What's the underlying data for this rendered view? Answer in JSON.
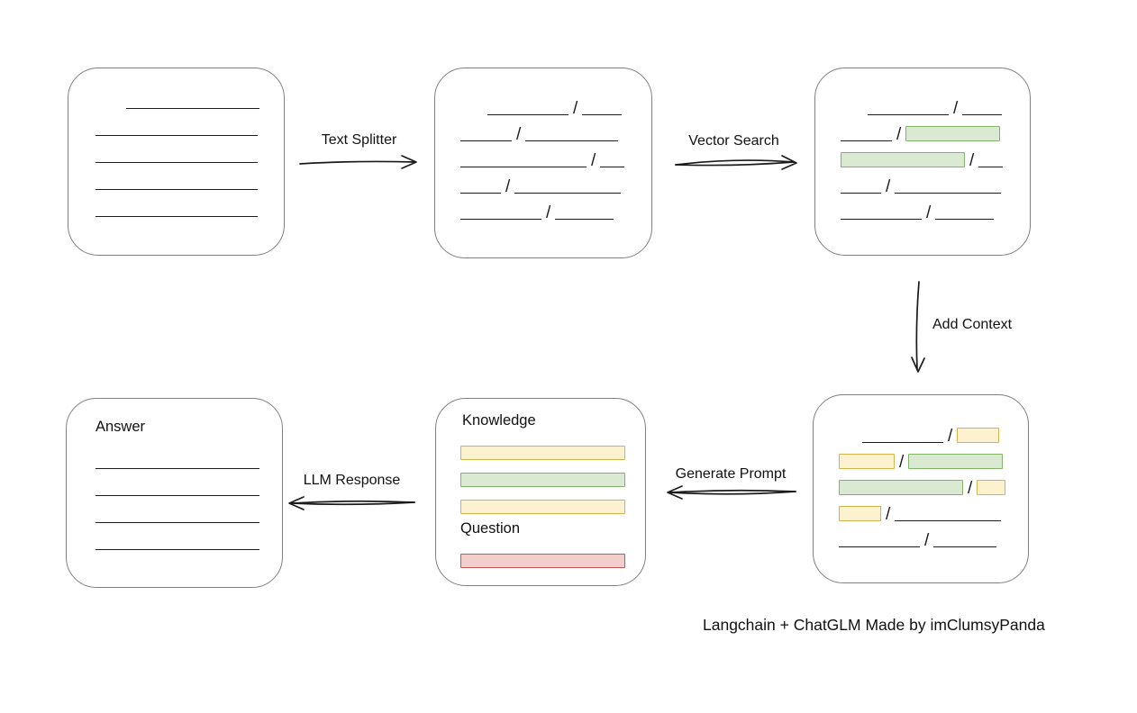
{
  "footer": {
    "text": "Langchain + ChatGLM Made by imClumsyPanda"
  },
  "slash": "/",
  "arrows": {
    "text_splitter": "Text Splitter",
    "vector_search": "Vector Search",
    "add_context": "Add Context",
    "generate_prompt": "Generate Prompt",
    "llm_response": "LLM Response"
  },
  "colors": {
    "box_border": "#7f7f7f",
    "line": "#1b1b1b",
    "green_fill": "#d9e9d2",
    "green_border": "#82b366",
    "yellow_fill": "#fcf2d0",
    "yellow_border": "#d6b24e",
    "red_fill": "#f4cecb",
    "red_border": "#bb5a56"
  },
  "boxes": {
    "document": {
      "rows": [
        [
          {
            "t": "line",
            "w": 148,
            "ind": 34
          }
        ],
        [
          {
            "t": "line",
            "w": 180
          }
        ],
        [
          {
            "t": "line",
            "w": 180
          }
        ],
        [
          {
            "t": "line",
            "w": 180
          }
        ],
        [
          {
            "t": "line",
            "w": 180
          }
        ]
      ]
    },
    "split": {
      "rows": [
        [
          {
            "t": "line",
            "w": 90,
            "ind": 30
          },
          {
            "t": "line",
            "w": 44
          }
        ],
        [
          {
            "t": "line",
            "w": 57
          },
          {
            "t": "line",
            "w": 103
          }
        ],
        [
          {
            "t": "line",
            "w": 140
          },
          {
            "t": "line",
            "w": 27
          }
        ],
        [
          {
            "t": "line",
            "w": 45
          },
          {
            "t": "line",
            "w": 118
          }
        ],
        [
          {
            "t": "line",
            "w": 90
          },
          {
            "t": "line",
            "w": 65
          }
        ]
      ]
    },
    "vector": {
      "rows": [
        [
          {
            "t": "line",
            "w": 90,
            "ind": 30
          },
          {
            "t": "line",
            "w": 44
          }
        ],
        [
          {
            "t": "line",
            "w": 57
          },
          {
            "t": "green",
            "w": 105
          }
        ],
        [
          {
            "t": "green",
            "w": 138
          },
          {
            "t": "line",
            "w": 27
          }
        ],
        [
          {
            "t": "line",
            "w": 45
          },
          {
            "t": "line",
            "w": 118
          }
        ],
        [
          {
            "t": "line",
            "w": 90
          },
          {
            "t": "line",
            "w": 65
          }
        ]
      ]
    },
    "context": {
      "rows": [
        [
          {
            "t": "line",
            "w": 90,
            "ind": 26
          },
          {
            "t": "yellow",
            "w": 47
          }
        ],
        [
          {
            "t": "yellow",
            "w": 62
          },
          {
            "t": "green",
            "w": 105
          }
        ],
        [
          {
            "t": "green",
            "w": 138
          },
          {
            "t": "yellow",
            "w": 32
          }
        ],
        [
          {
            "t": "yellow",
            "w": 47
          },
          {
            "t": "line",
            "w": 118
          }
        ],
        [
          {
            "t": "line",
            "w": 90
          },
          {
            "t": "line",
            "w": 70
          }
        ]
      ]
    },
    "prompt": {
      "knowledge_label": "Knowledge",
      "question_label": "Question",
      "knowledge_bars": [
        "yellow",
        "green",
        "yellow"
      ],
      "question_bars": [
        "red"
      ]
    },
    "answer": {
      "label": "Answer",
      "rows": [
        [
          {
            "t": "line",
            "w": 182
          }
        ],
        [
          {
            "t": "line",
            "w": 182
          }
        ],
        [
          {
            "t": "line",
            "w": 182
          }
        ],
        [
          {
            "t": "line",
            "w": 182
          }
        ]
      ]
    }
  }
}
